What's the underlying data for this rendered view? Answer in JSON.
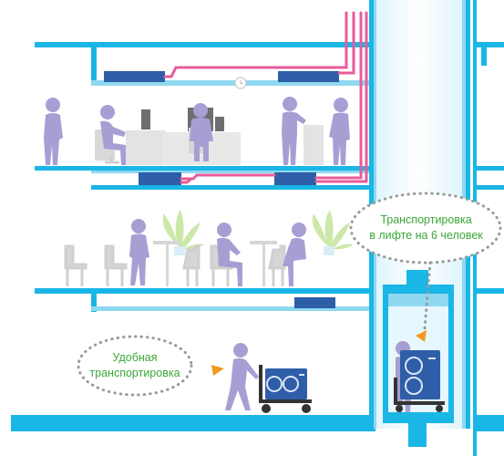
{
  "callouts": {
    "elevator_line1": "Транспортировка",
    "elevator_line2": "в лифте на 6 человек",
    "transport_line1": "Удобная",
    "transport_line2": "транспортировка"
  },
  "colors": {
    "structure": "#19b6e6",
    "structure_light": "#bfeaf7",
    "person": "#a79fd4",
    "unit_dark": "#2f5ea8",
    "pipe": "#e85b9a",
    "callout_text": "#3aa83a",
    "arrow": "#f39a1e"
  }
}
